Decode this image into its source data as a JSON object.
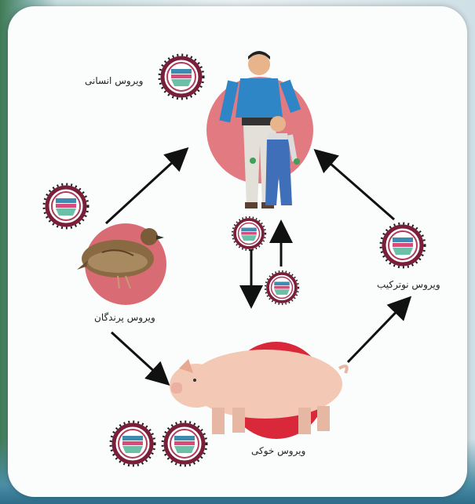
{
  "labels": {
    "human_virus": "ویروس انسانی",
    "recombinant_virus": "ویروس نوترکیب",
    "bird_virus": "ویروس پرندگان",
    "pig_virus": "ویروس خوکی"
  },
  "icons": [
    "virus-icon",
    "human-figure",
    "bird-figure",
    "pig-figure",
    "arrow-icon"
  ],
  "colors": {
    "circle_human": "#e27a82",
    "circle_bird": "#d96b74",
    "circle_pig": "#d8283a",
    "virus_ring": "#8a2440",
    "virus_fill": "#5a9ab0",
    "arrow": "#111111"
  }
}
